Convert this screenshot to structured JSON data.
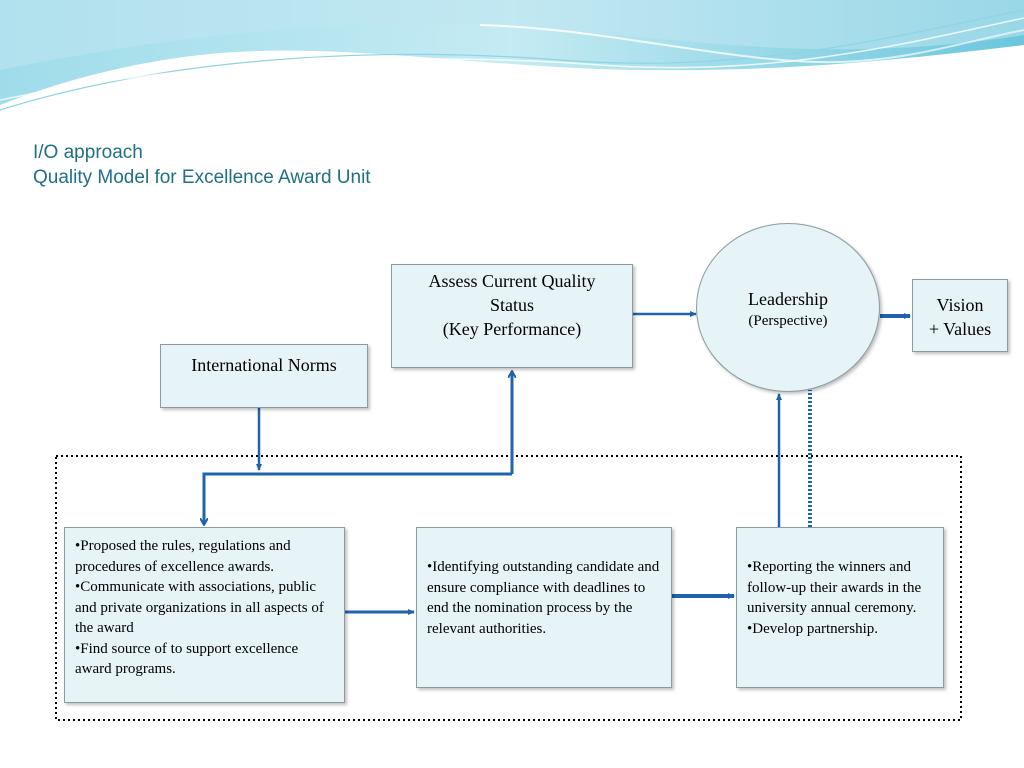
{
  "colors": {
    "title": "#1f6f86",
    "box_fill": "#e6f4f8",
    "box_border": "#8c9ba2",
    "arrow": "#1f63ad",
    "dotted_border": "#000000"
  },
  "title": {
    "line1": "I/O approach",
    "line2": "Quality Model for Excellence Award Unit"
  },
  "nodes": {
    "assess": {
      "line1": "Assess Current Quality",
      "line2": "Status",
      "line3": "(Key Performance)"
    },
    "norms": {
      "label": "International Norms"
    },
    "leadership": {
      "label": "Leadership",
      "sub": "(Perspective)"
    },
    "vision": {
      "line1": "Vision",
      "line2": "+ Values"
    },
    "left_box": {
      "items": [
        "•Proposed the rules, regulations and procedures of excellence awards.",
        "•Communicate with associations, public and private organizations in all aspects of the award",
        "•Find source of to support excellence award programs."
      ]
    },
    "middle_box": {
      "items": [
        "•Identifying outstanding candidate and ensure compliance with deadlines to end the nomination process by the relevant authorities."
      ]
    },
    "right_box": {
      "items": [
        "•Reporting the winners and follow-up their awards in the university annual ceremony.",
        "•Develop partnership."
      ]
    }
  }
}
